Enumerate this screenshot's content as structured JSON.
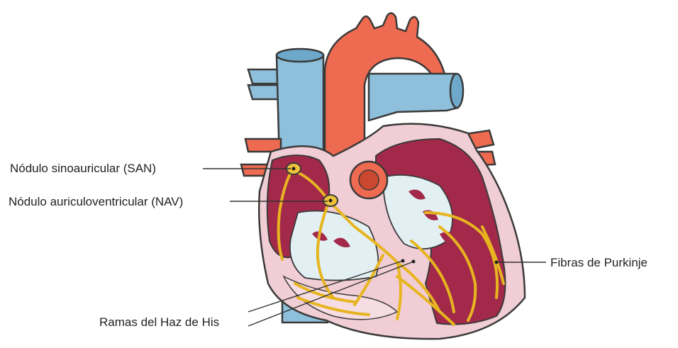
{
  "labels": {
    "san": "Nódulo sinoauricular (SAN)",
    "nav": "Nódulo auriculoventricular (NAV)",
    "his": "Ramas del Haz de His",
    "purkinje": "Fibras de Purkinje"
  },
  "colors": {
    "aorta": "#ee6a50",
    "vena_cava": "#8ec0dc",
    "myocardium_dark": "#a3294a",
    "pericardium": "#f1cdd5",
    "valve": "#e2f0f4",
    "conduction": "#e7b520",
    "leader_line": "#333333"
  }
}
